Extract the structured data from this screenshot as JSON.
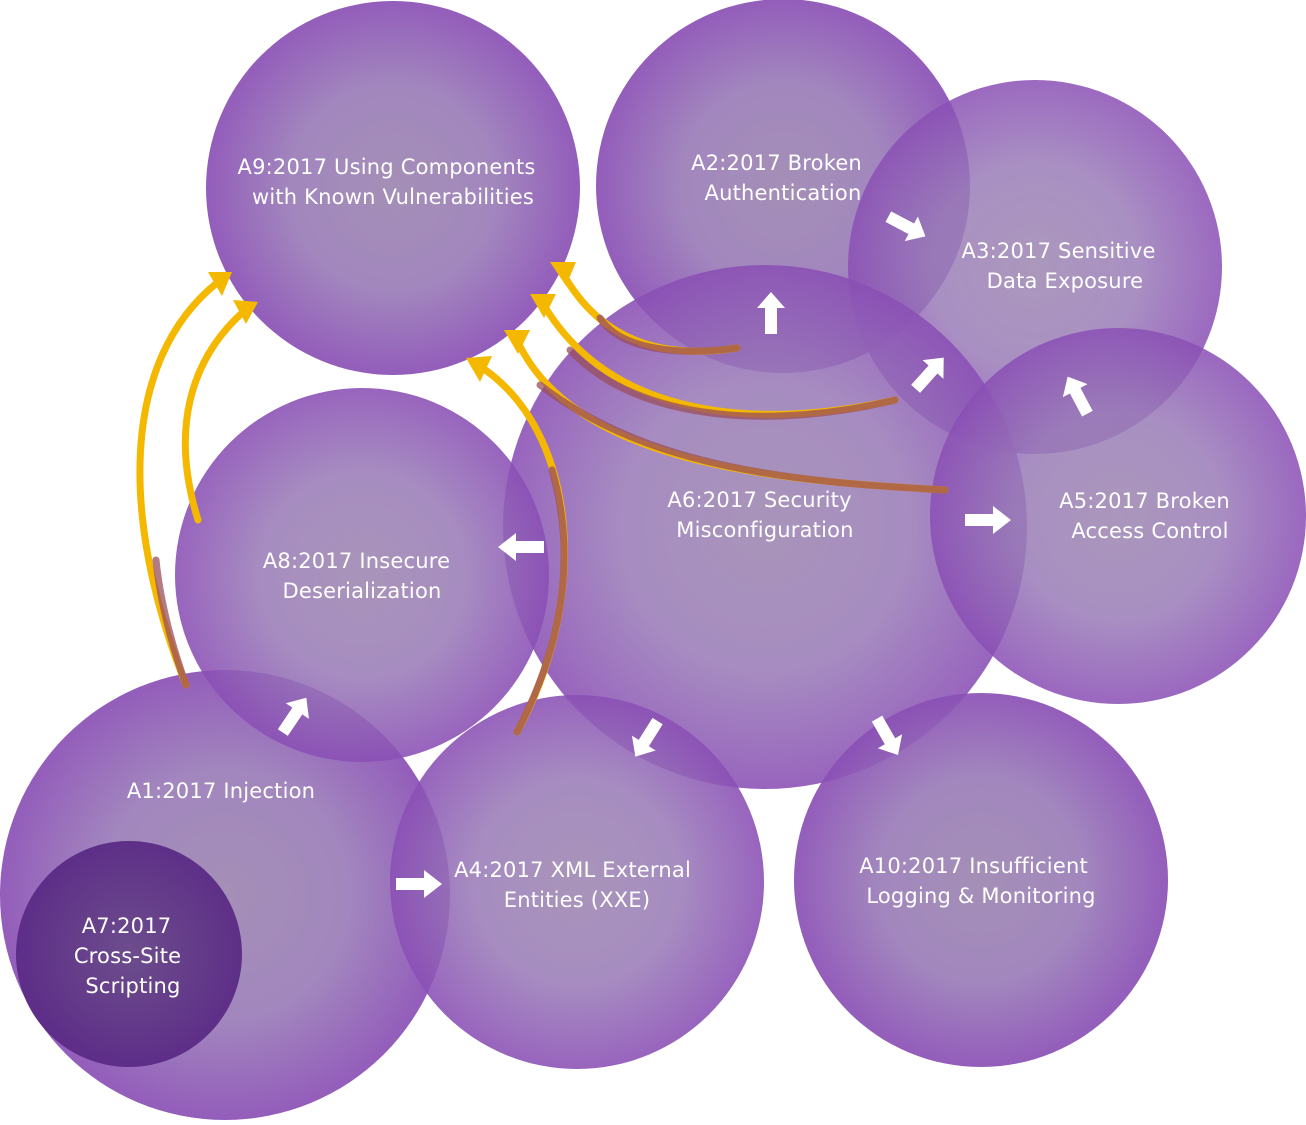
{
  "colors": {
    "circle": "#8e5cb4",
    "circle_dark": "#6e3596",
    "inner_circle": "#5d2f86",
    "yellow_arrow": "#f5b800",
    "brown_arrow": "#9a4f5c",
    "white_arrow": "#ffffff"
  },
  "nodes": {
    "a9": {
      "lines": [
        "A9:2017 Using Components",
        "with Known Vulnerabilities"
      ]
    },
    "a2": {
      "lines": [
        "A2:2017 Broken",
        "Authentication"
      ]
    },
    "a3": {
      "lines": [
        "A3:2017 Sensitive",
        "Data Exposure"
      ]
    },
    "a6": {
      "lines": [
        "A6:2017 Security",
        "Misconfiguration"
      ]
    },
    "a5": {
      "lines": [
        "A5:2017 Broken",
        "Access Control"
      ]
    },
    "a8": {
      "lines": [
        "A8:2017 Insecure",
        "Deserialization"
      ]
    },
    "a1": {
      "lines": [
        "A1:2017 Injection"
      ]
    },
    "a7": {
      "lines": [
        "A7:2017",
        "Cross-Site",
        "Scripting"
      ]
    },
    "a4": {
      "lines": [
        "A4:2017 XML External",
        "Entities (XXE)"
      ]
    },
    "a10": {
      "lines": [
        "A10:2017 Insufficient",
        "Logging & Monitoring"
      ]
    }
  }
}
